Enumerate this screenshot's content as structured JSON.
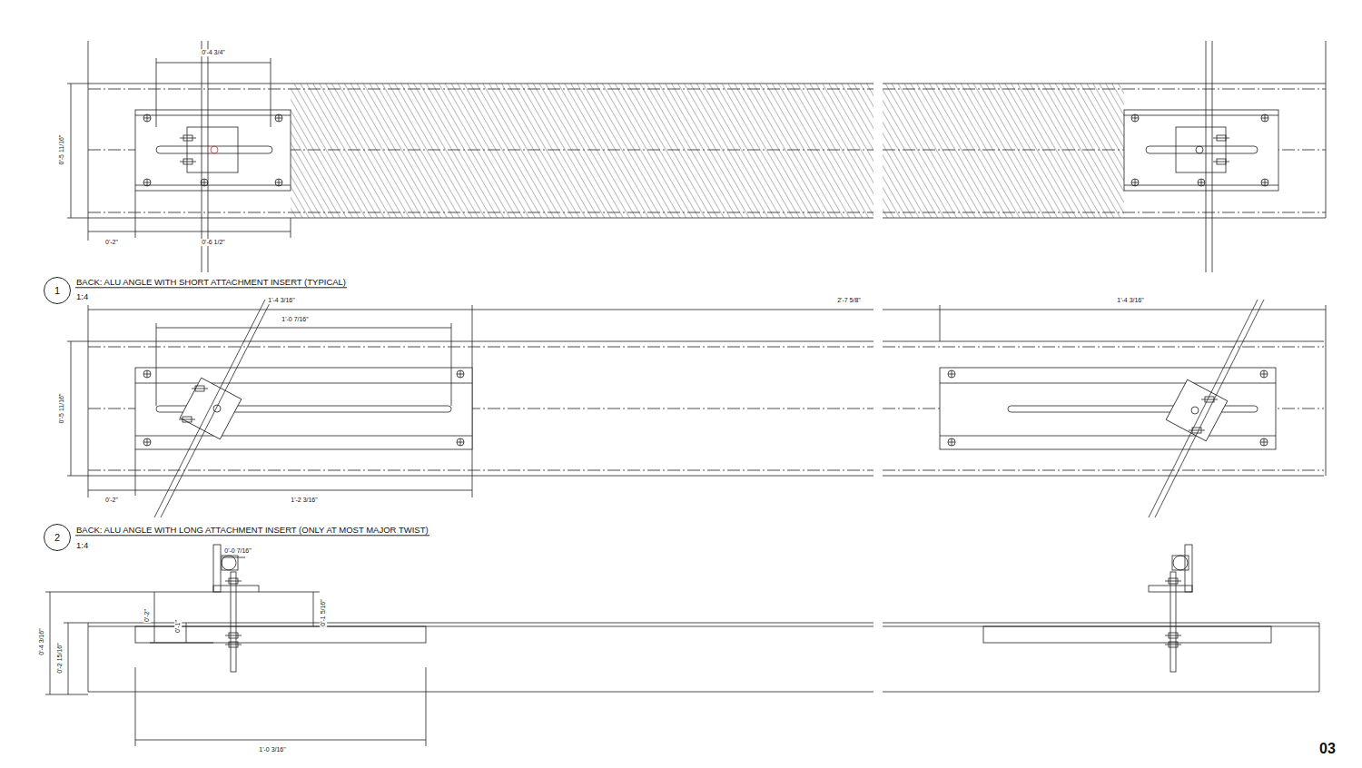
{
  "diagram": {
    "nodes": [
      {
        "text": [
          "1"
        ]
      },
      {
        "text": [
          "2"
        ]
      }
    ],
    "labels": [
      "0'-4 3/4\"",
      "0'-5 11/16\"",
      "0'-2\"",
      "0'-6 1/2\"",
      "BACK: ALU ANGLE WITH SHORT ATTACHMENT INSERT (TYPICAL)",
      "1:4",
      "1'-4 3/16\"",
      "2'-7 5/8\"",
      "1'-4 3/16\"",
      "1'-0 7/16\"",
      "0'-5 11/16\"",
      "0'-2\"",
      "1'-2 3/16\"",
      "BACK: ALU ANGLE WITH LONG ATTACHMENT INSERT (ONLY AT MOST MAJOR TWIST)",
      "1:4",
      "0'-0 7/16\"",
      "0'-2\"",
      "0'-1\"",
      "0'-1 5/16\"",
      "0'-4 3/16\"",
      "0'-2 15/16\"",
      "1'-0 3/16\"",
      "03"
    ]
  }
}
